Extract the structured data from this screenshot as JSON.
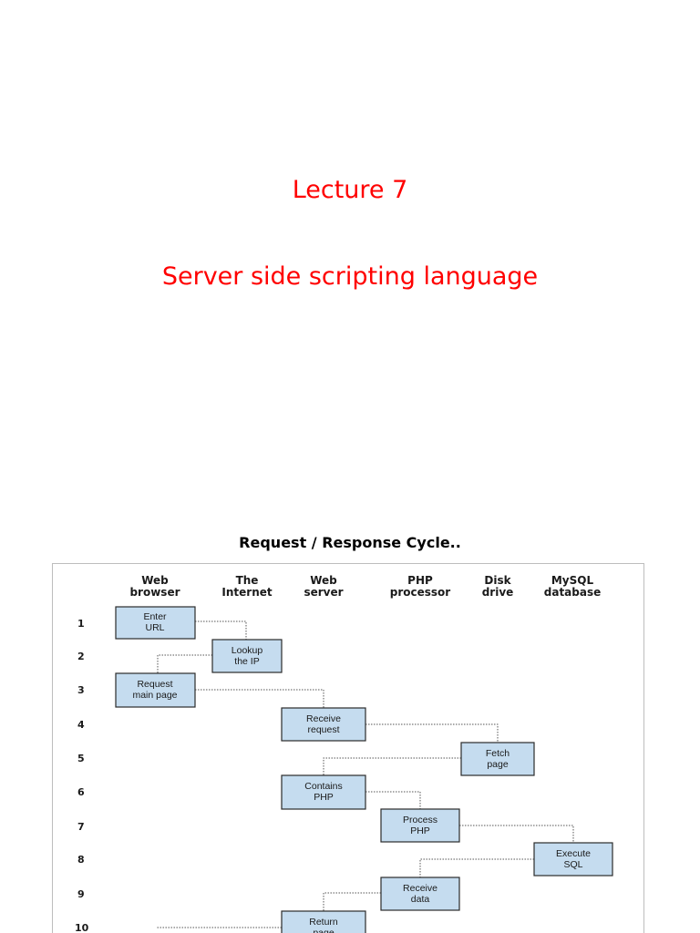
{
  "slide": {
    "title": "Lecture 7",
    "subtitle": "Server side scripting language"
  },
  "figure": {
    "caption": "Request / Response Cycle..",
    "columns": [
      {
        "line1": "Web",
        "line2": "browser"
      },
      {
        "line1": "The",
        "line2": "Internet"
      },
      {
        "line1": "Web",
        "line2": "server"
      },
      {
        "line1": "PHP",
        "line2": "processor"
      },
      {
        "line1": "Disk",
        "line2": "drive"
      },
      {
        "line1": "MySQL",
        "line2": "database"
      }
    ],
    "rows": [
      "1",
      "2",
      "3",
      "4",
      "5",
      "6",
      "7",
      "8",
      "9",
      "10"
    ],
    "steps": [
      {
        "line1": "Enter",
        "line2": "URL"
      },
      {
        "line1": "Lookup",
        "line2": "the IP"
      },
      {
        "line1": "Request",
        "line2": "main page"
      },
      {
        "line1": "Receive",
        "line2": "request"
      },
      {
        "line1": "Fetch",
        "line2": "page"
      },
      {
        "line1": "Contains",
        "line2": "PHP"
      },
      {
        "line1": "Process",
        "line2": "PHP"
      },
      {
        "line1": "Execute",
        "line2": "SQL"
      },
      {
        "line1": "Receive",
        "line2": "data"
      },
      {
        "line1": "Return",
        "line2": "page"
      }
    ],
    "colors": {
      "box_fill": "#c5dcef",
      "title_color": "#ff0000"
    }
  }
}
